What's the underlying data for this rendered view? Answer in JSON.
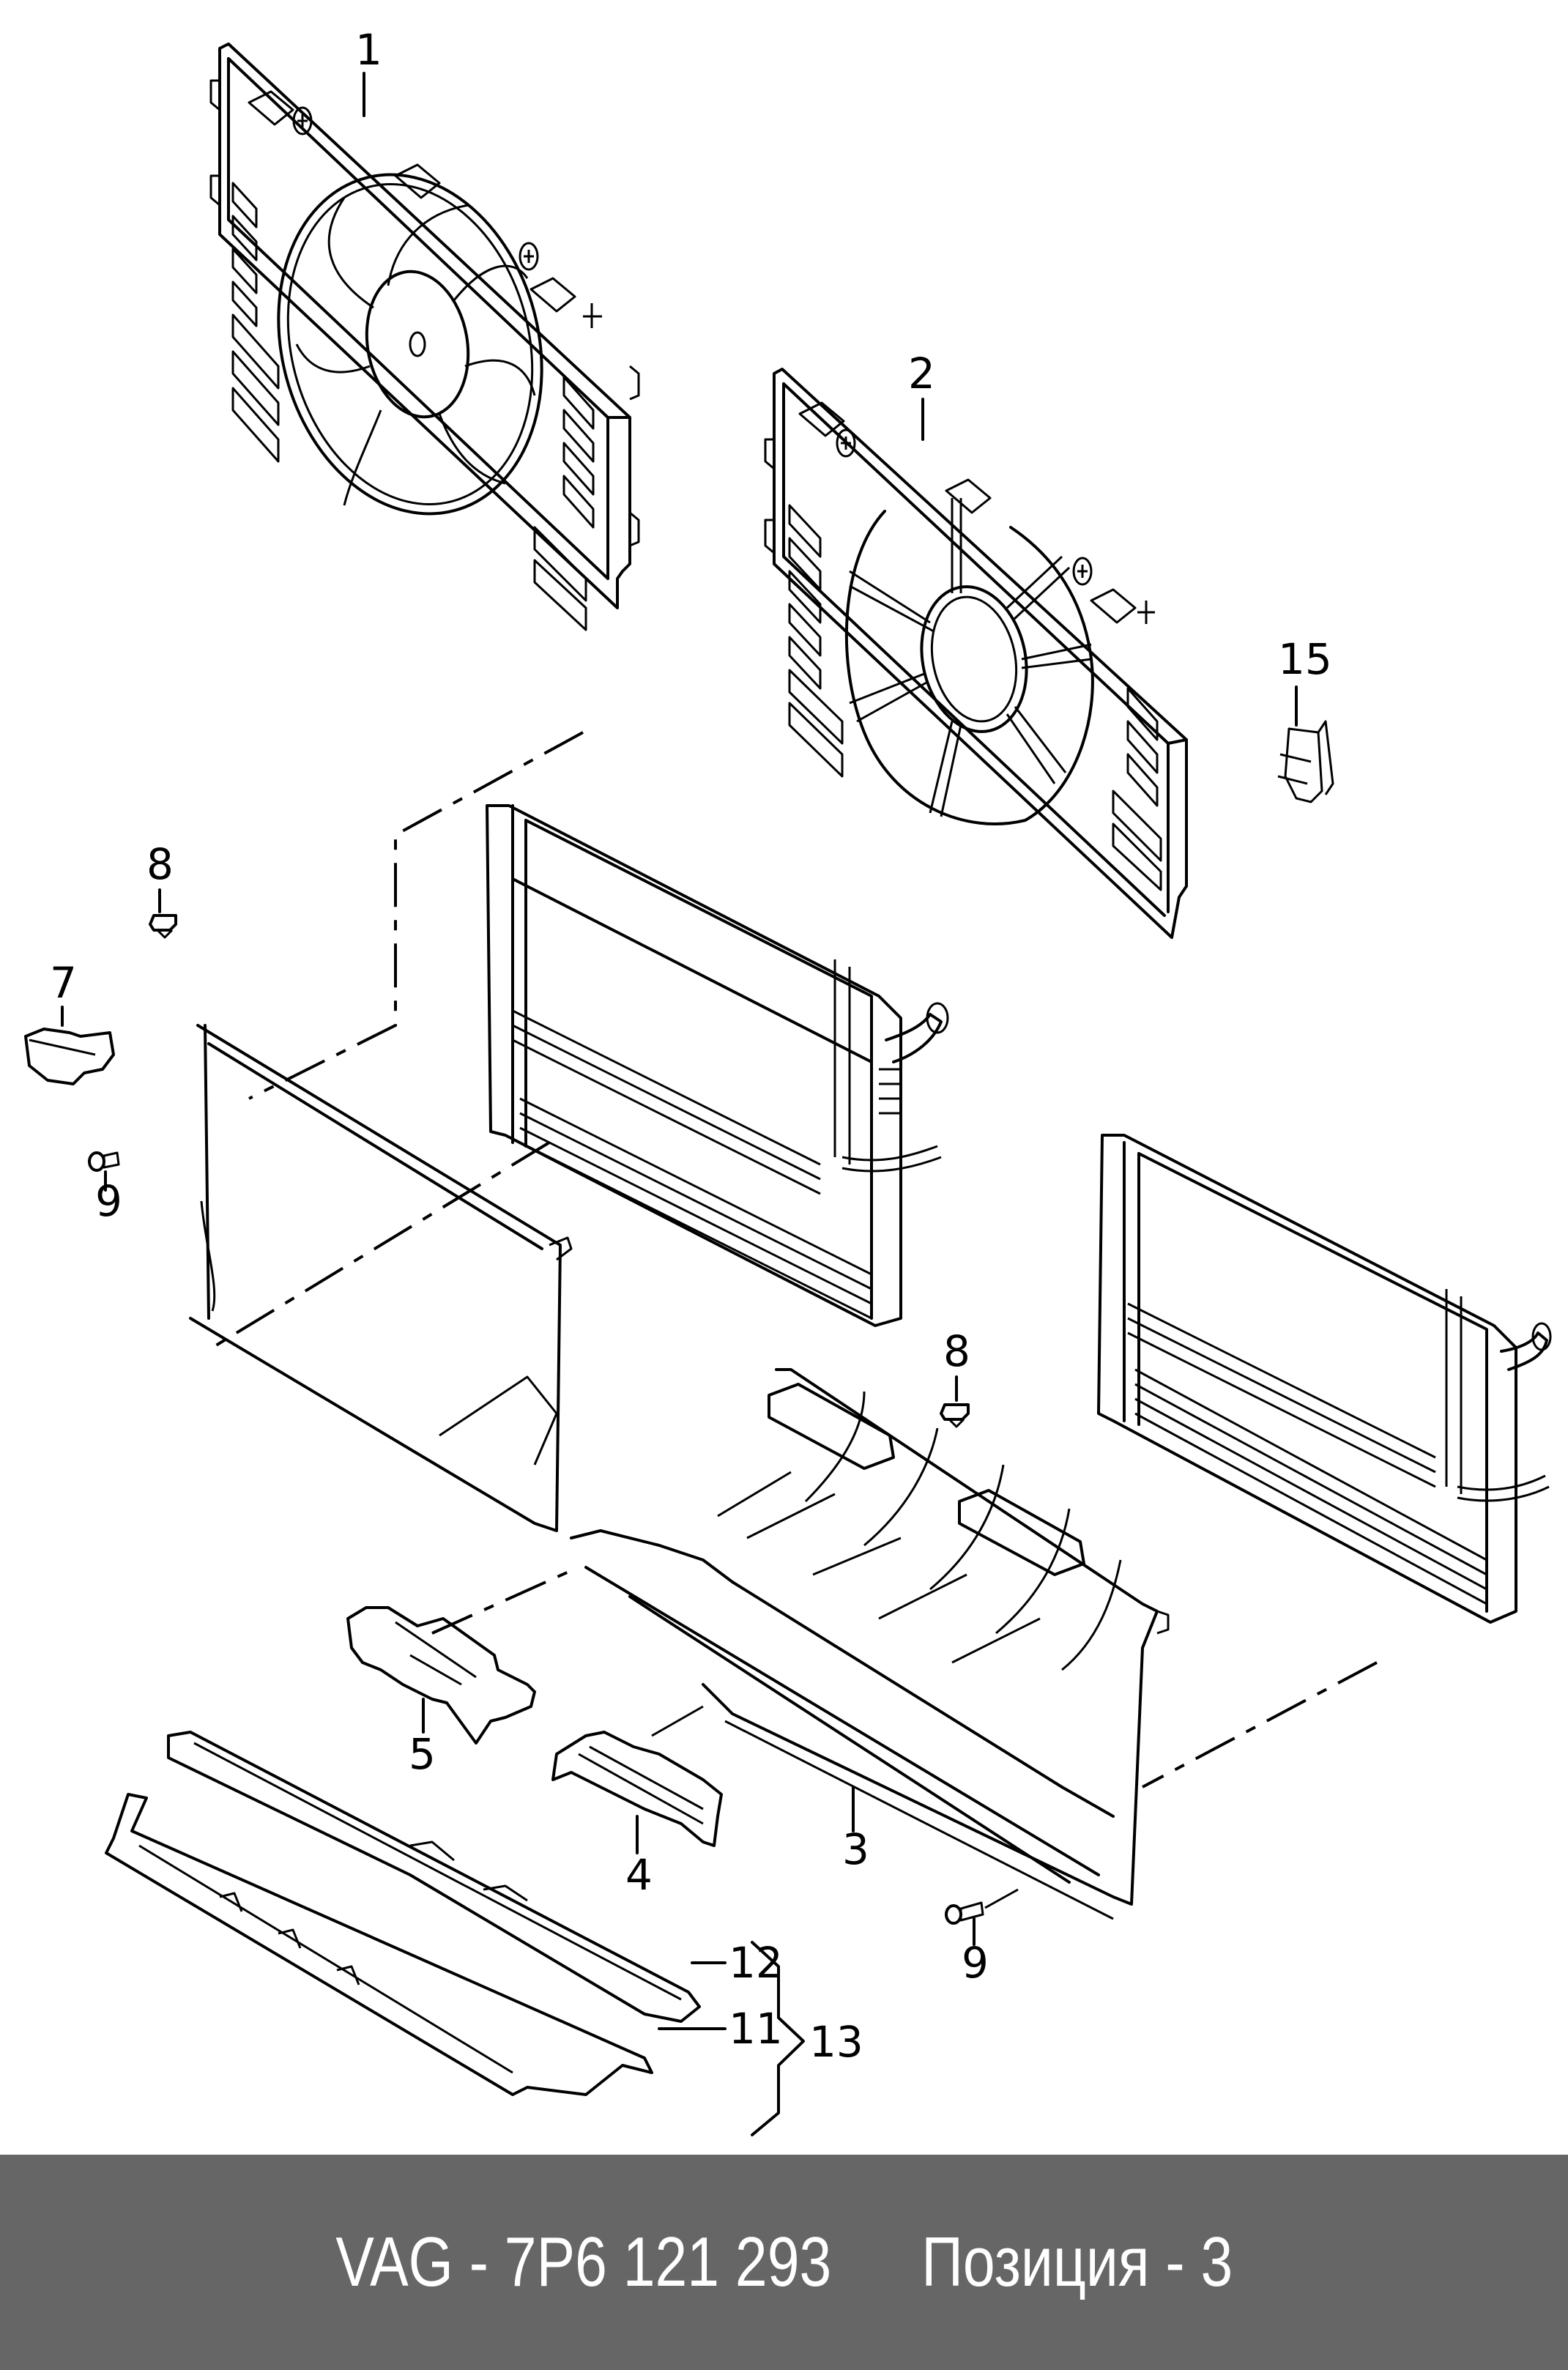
{
  "diagram": {
    "title": "Radiator fan shroud / air duct assembly",
    "callouts": [
      {
        "id": "1",
        "label": "1",
        "part": "fan-with-shroud-large"
      },
      {
        "id": "2",
        "label": "2",
        "part": "fan-shroud-open"
      },
      {
        "id": "3",
        "label": "3",
        "part": "air-duct-lower"
      },
      {
        "id": "4",
        "label": "4",
        "part": "bracket-right"
      },
      {
        "id": "5",
        "label": "5",
        "part": "bracket-left"
      },
      {
        "id": "7",
        "label": "7",
        "part": "air-guide-side"
      },
      {
        "id": "8a",
        "label": "8",
        "part": "expanding-rivet"
      },
      {
        "id": "8b",
        "label": "8",
        "part": "expanding-rivet"
      },
      {
        "id": "9a",
        "label": "9",
        "part": "bolt"
      },
      {
        "id": "9b",
        "label": "9",
        "part": "bolt"
      },
      {
        "id": "11",
        "label": "11",
        "part": "lower-seal"
      },
      {
        "id": "12",
        "label": "12",
        "part": "upper-seal"
      },
      {
        "id": "13",
        "label": "13",
        "part": "seal-set"
      },
      {
        "id": "15",
        "label": "15",
        "part": "clip"
      }
    ]
  },
  "footer": {
    "part_number_text": "VAG - 7P6 121 293",
    "position_text": "Позиция - 3"
  },
  "colors": {
    "footer_bg": "#666666",
    "footer_text": "#ffffff",
    "line": "#000000",
    "background": "#ffffff"
  }
}
